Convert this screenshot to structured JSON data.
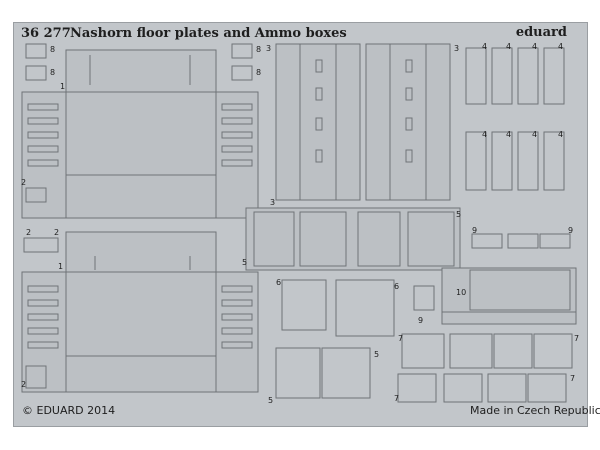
{
  "fret": {
    "code": "36 277",
    "title": "Nashorn floor plates and Ammo boxes",
    "brand": "eduard",
    "copyright": "© EDUARD 2014",
    "origin": "Made in Czech Republic"
  },
  "part_numbers": {
    "n1": "1",
    "n2": "2",
    "n3": "3",
    "n4": "4",
    "n5": "5",
    "n6": "6",
    "n7": "7",
    "n8": "8",
    "n9": "9",
    "n10": "10"
  },
  "colors": {
    "fret": "#c2c6ca",
    "part_line": "#6f7377"
  }
}
